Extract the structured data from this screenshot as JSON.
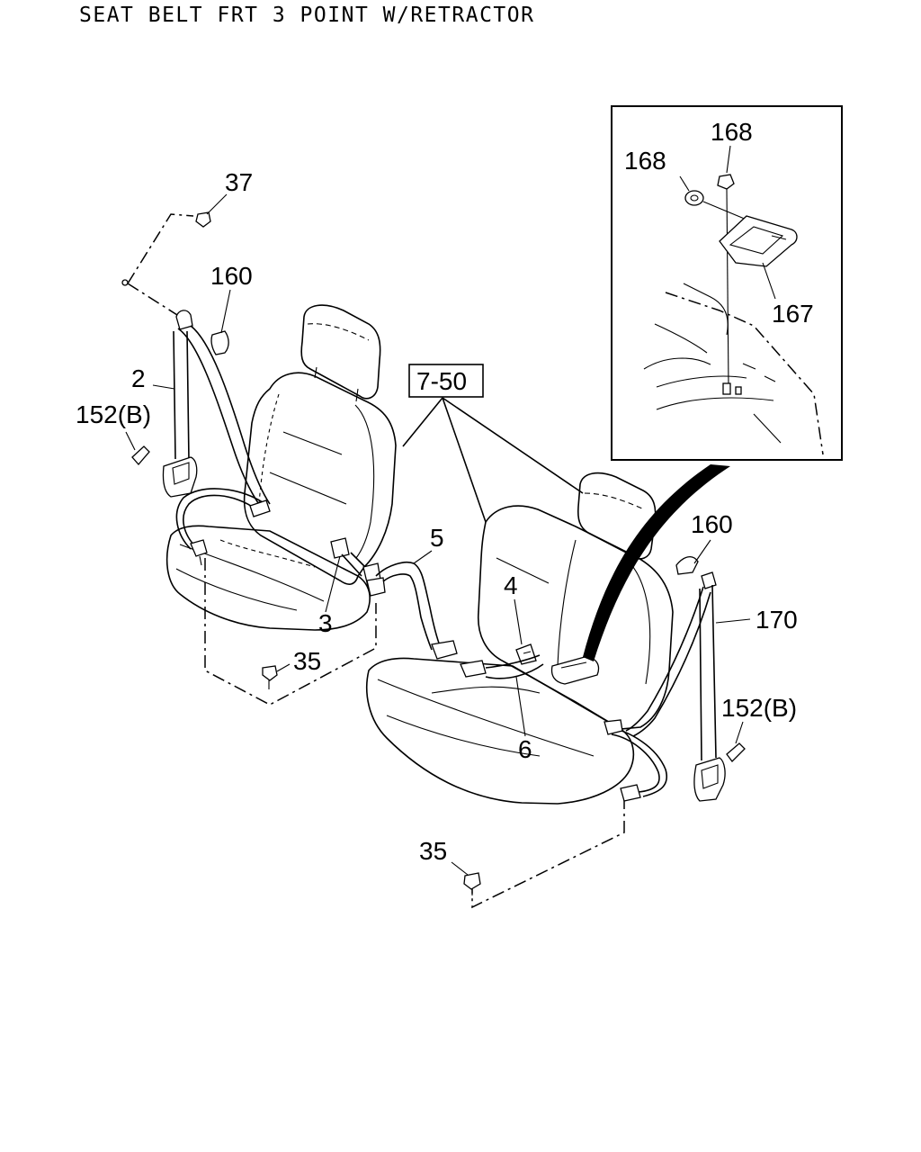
{
  "title": "SEAT BELT FRT 3 POINT W/RETRACTOR",
  "callouts": {
    "c37": "37",
    "c160_left": "160",
    "c2": "2",
    "c152b_left": "152(B)",
    "c3": "3",
    "c35_left": "35",
    "c7_50": "7-50",
    "c5": "5",
    "c4": "4",
    "c6": "6",
    "c35_bottom": "35",
    "c160_right": "160",
    "c170": "170",
    "c152b_right": "152(B)",
    "c168_top": "168",
    "c168_left": "168",
    "c167": "167"
  }
}
